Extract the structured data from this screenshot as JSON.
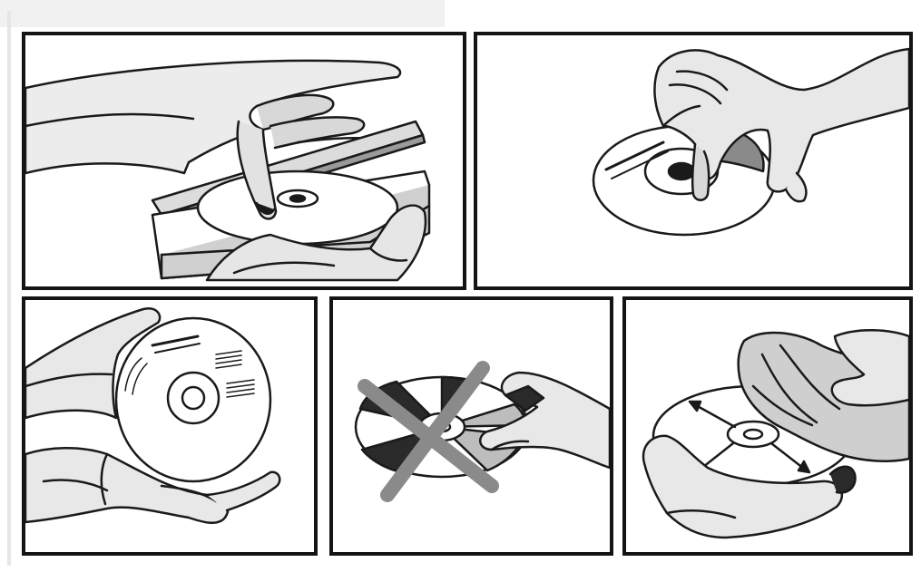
{
  "sheet": {
    "panels": [
      {
        "id": "insert-disc-into-case"
      },
      {
        "id": "lift-disc-from-hub"
      },
      {
        "id": "hold-disc-by-edges"
      },
      {
        "id": "do-not-touch-surface"
      },
      {
        "id": "wipe-disc-outward"
      }
    ]
  },
  "colors": {
    "border": "#141414",
    "outline": "#1a1a1a",
    "shade": "#bdbdbd",
    "dark_shade": "#4a4a4a",
    "cross": "#8a8a8a"
  },
  "icons": [
    "hand-icon",
    "disc-icon",
    "case-icon",
    "cross-icon",
    "cloth-icon",
    "arrow-icon"
  ]
}
